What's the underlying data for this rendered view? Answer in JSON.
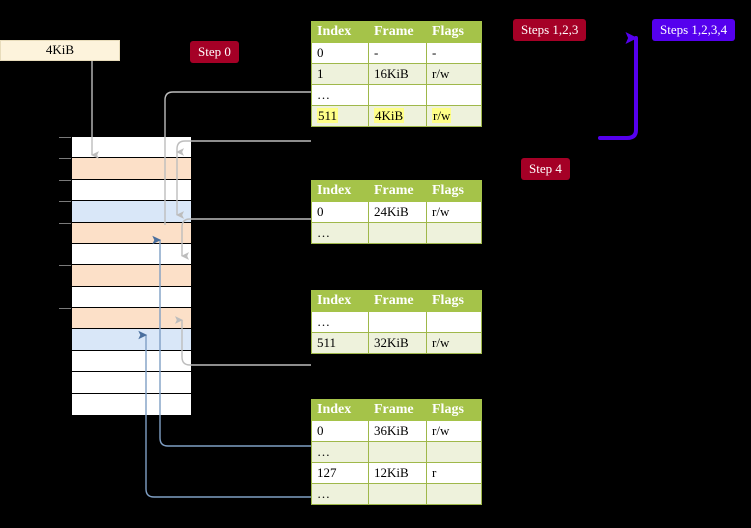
{
  "diagram": {
    "title": "Multi-level page table walk",
    "colors": {
      "badge_red": "#a50026",
      "badge_blue": "#5500ee",
      "table_header_green": "#a5c349",
      "table_row_alt": "#eef2dc",
      "memory_orange": "#fce0c8",
      "memory_blue": "#d9e7f8",
      "memory_white": "#ffffff",
      "wire_gray": "#b3b3b3",
      "wire_blue": "#7f9fc4",
      "highlight_yellow": "#ffff88",
      "mem_label_bg": "#fdf3dc"
    }
  },
  "badges": [
    {
      "id": "step0",
      "label": "Step 0",
      "style": "red"
    },
    {
      "id": "steps123",
      "label": "Steps 1,2,3",
      "style": "red"
    },
    {
      "id": "steps1234",
      "label": "Steps 1,2,3,4",
      "style": "blue"
    },
    {
      "id": "step4",
      "label": "Step 4",
      "style": "red"
    }
  ],
  "memory": {
    "label": "4KiB",
    "rows": [
      {
        "fill": "white"
      },
      {
        "fill": "orange"
      },
      {
        "fill": "white"
      },
      {
        "fill": "blue"
      },
      {
        "fill": "orange"
      },
      {
        "fill": "white"
      },
      {
        "fill": "orange"
      },
      {
        "fill": "white"
      },
      {
        "fill": "orange"
      },
      {
        "fill": "blue"
      },
      {
        "fill": "white"
      },
      {
        "fill": "white"
      },
      {
        "fill": "white"
      }
    ]
  },
  "tables": [
    {
      "id": "pml4",
      "headers": [
        "Index",
        "Frame",
        "Flags"
      ],
      "rows": [
        {
          "cells": [
            "0",
            "-",
            "-"
          ],
          "highlight": false
        },
        {
          "cells": [
            "1",
            "16KiB",
            "r/w"
          ],
          "highlight": false
        },
        {
          "cells": [
            "…",
            "",
            ""
          ],
          "highlight": false
        },
        {
          "cells": [
            "511",
            "4KiB",
            "r/w"
          ],
          "highlight": true
        }
      ]
    },
    {
      "id": "pdpt",
      "headers": [
        "Index",
        "Frame",
        "Flags"
      ],
      "rows": [
        {
          "cells": [
            "0",
            "24KiB",
            "r/w"
          ],
          "highlight": false
        },
        {
          "cells": [
            "…",
            "",
            ""
          ],
          "highlight": false
        }
      ]
    },
    {
      "id": "pd",
      "headers": [
        "Index",
        "Frame",
        "Flags"
      ],
      "rows": [
        {
          "cells": [
            "…",
            "",
            ""
          ],
          "highlight": false
        },
        {
          "cells": [
            "511",
            "32KiB",
            "r/w"
          ],
          "highlight": false
        }
      ]
    },
    {
      "id": "pt",
      "headers": [
        "Index",
        "Frame",
        "Flags"
      ],
      "rows": [
        {
          "cells": [
            "0",
            "36KiB",
            "r/w"
          ],
          "highlight": false
        },
        {
          "cells": [
            "…",
            "",
            ""
          ],
          "highlight": false
        },
        {
          "cells": [
            "127",
            "12KiB",
            "r"
          ],
          "highlight": false
        },
        {
          "cells": [
            "…",
            "",
            ""
          ],
          "highlight": false
        }
      ]
    }
  ]
}
